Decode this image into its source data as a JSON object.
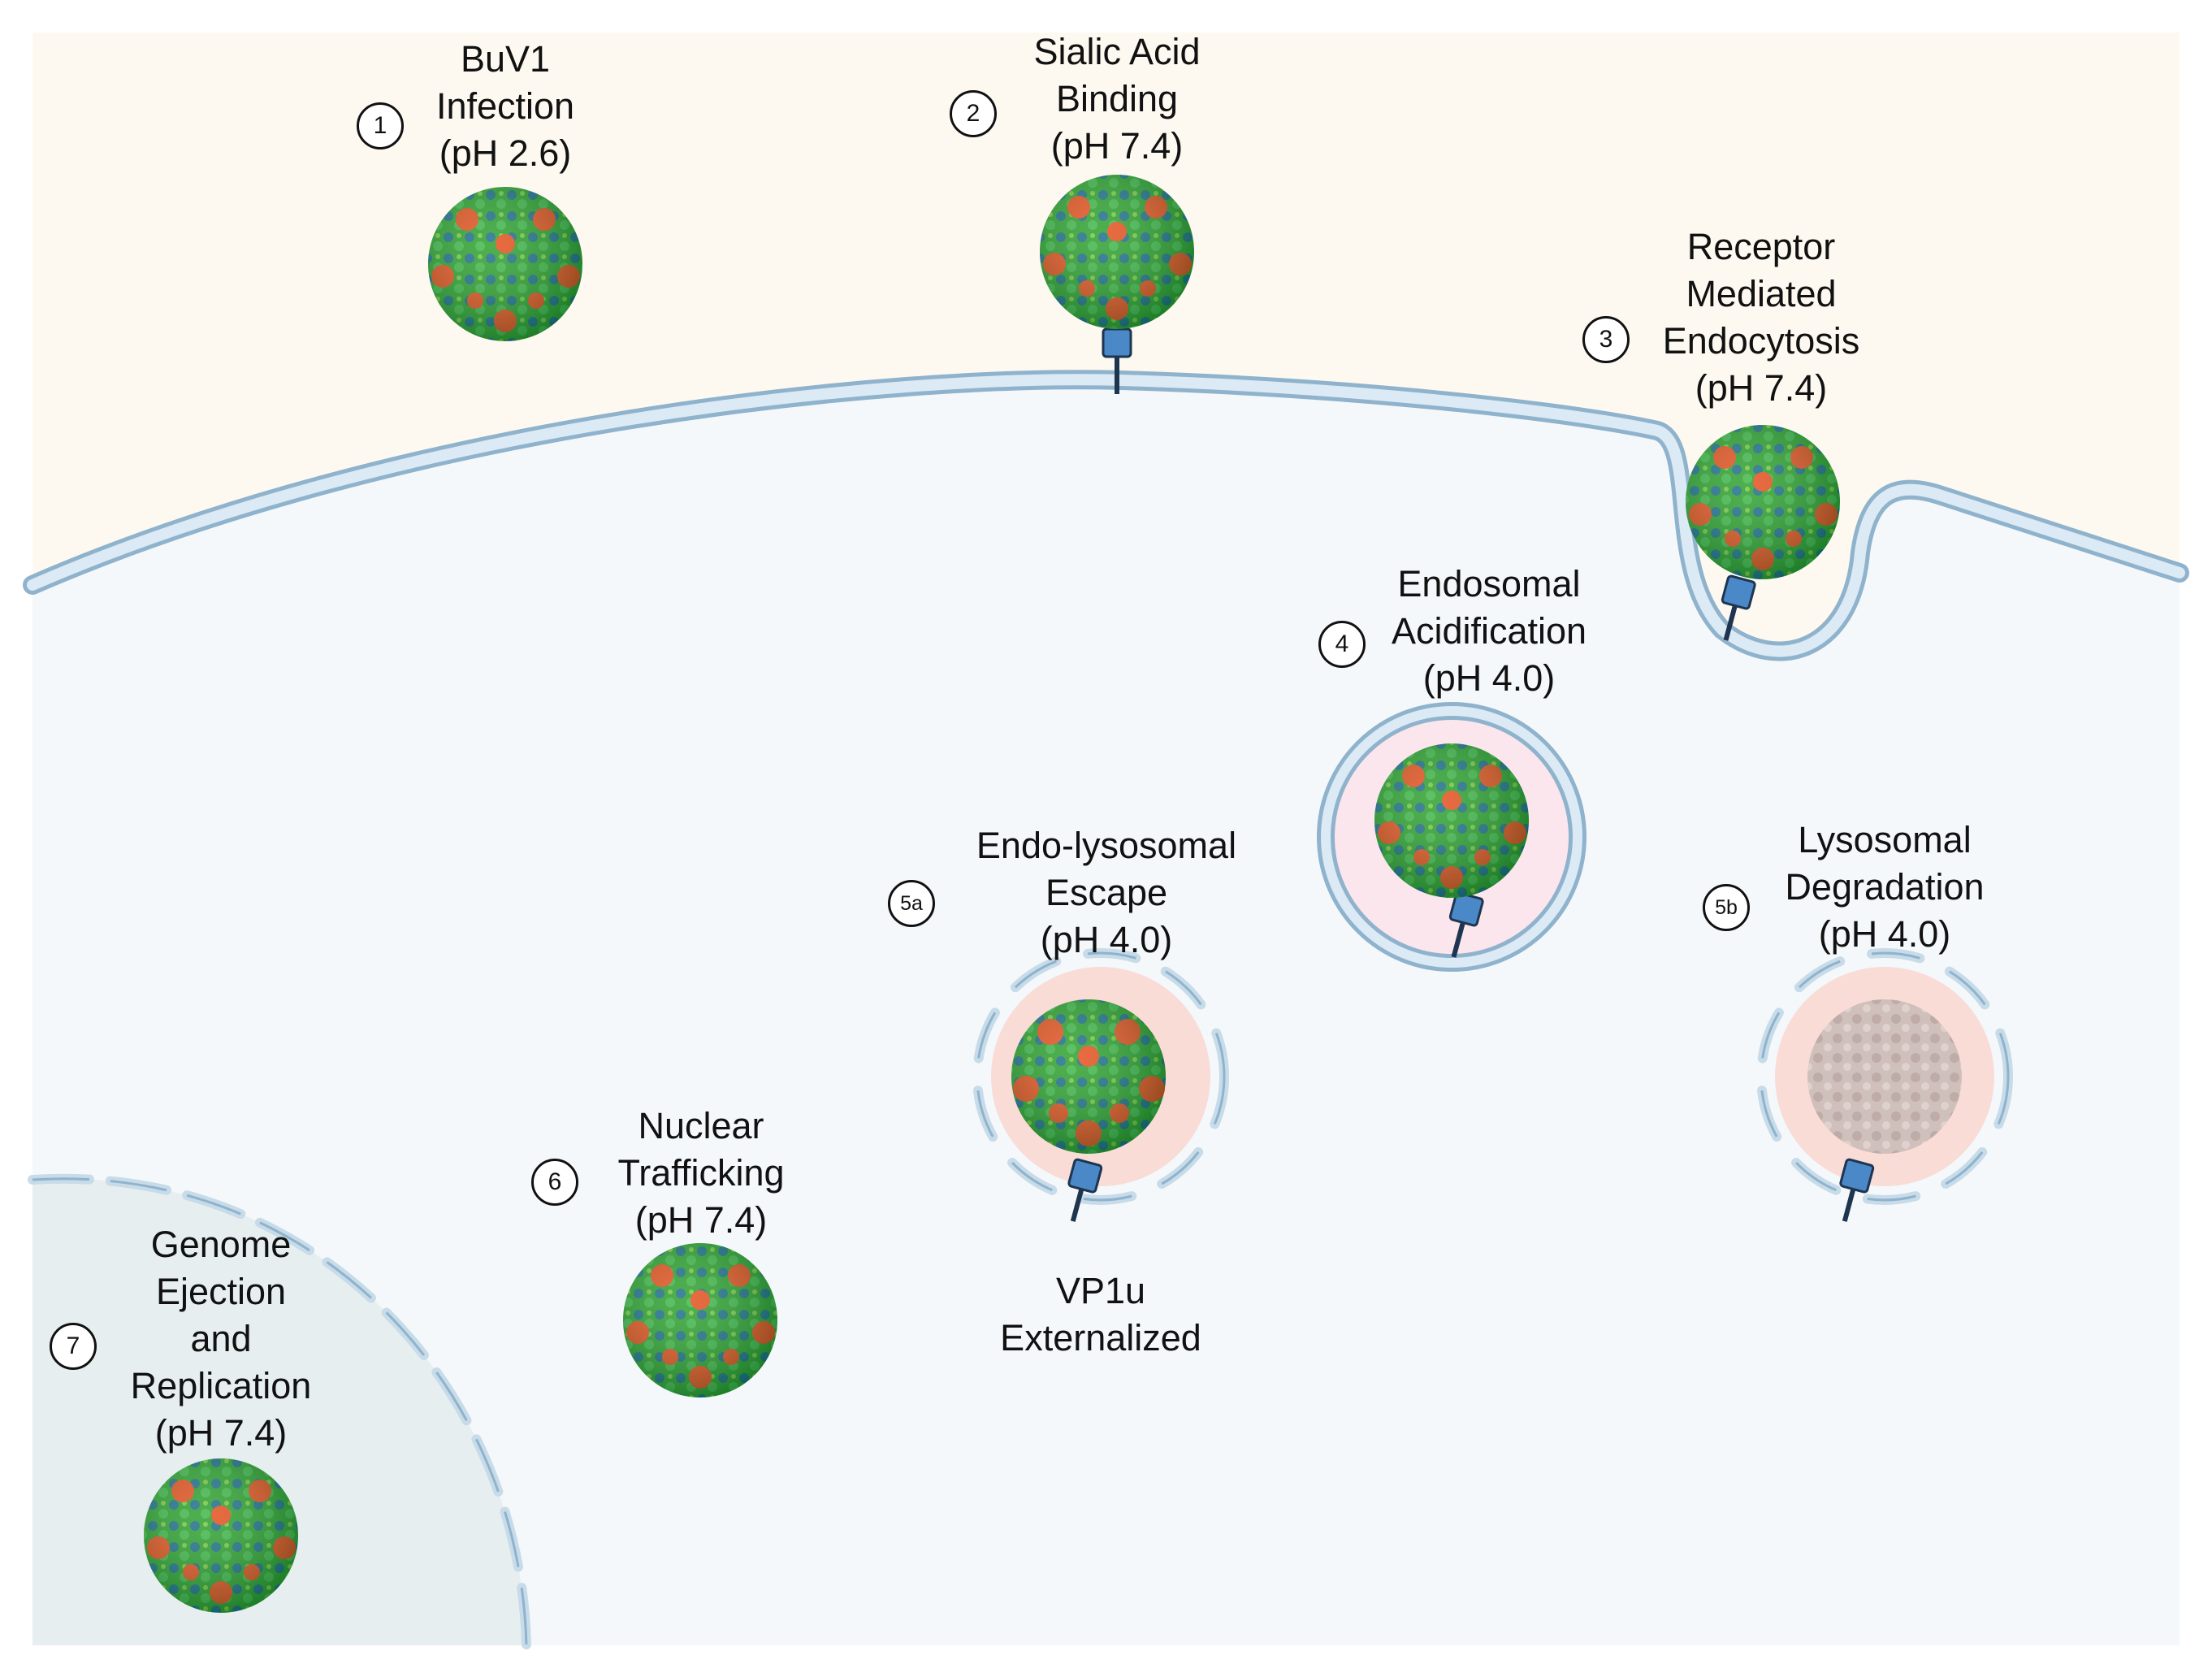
{
  "diagram": {
    "colors": {
      "extracellular": "#fdf9f0",
      "cytoplasm": "#f4f8fb",
      "nucleus": "#e6eef0",
      "membrane_fill": "#d7e7f2",
      "membrane_edge": "#8fb3cc",
      "endosome_lumen": "#fbe6ee",
      "lysosome_lumen": "#f9dcd6",
      "receptor": "#4a88c7",
      "receptor_stalk": "#1e3550",
      "capsid_green": "#2fa12f",
      "capsid_orange": "#e8501e",
      "capsid_blue": "#1f6f8b",
      "capsid_degraded": "#c8b8b4"
    },
    "steps": [
      {
        "id": "step1",
        "number": "1",
        "lines": [
          "BuV1",
          "Infection",
          "(pH 2.6)"
        ]
      },
      {
        "id": "step2",
        "number": "2",
        "lines": [
          "Sialic Acid",
          "Binding",
          "(pH 7.4)"
        ]
      },
      {
        "id": "step3",
        "number": "3",
        "lines": [
          "Receptor",
          "Mediated",
          "Endocytosis",
          "(pH 7.4)"
        ]
      },
      {
        "id": "step4",
        "number": "4",
        "lines": [
          "Endosomal",
          "Acidification",
          "(pH 4.0)"
        ]
      },
      {
        "id": "step5a",
        "number": "5a",
        "lines": [
          "Endo-lysosomal",
          "Escape",
          "(pH 4.0)"
        ]
      },
      {
        "id": "step5b",
        "number": "5b",
        "lines": [
          "Lysosomal",
          "Degradation",
          "(pH 4.0)"
        ]
      },
      {
        "id": "step6",
        "number": "6",
        "lines": [
          "Nuclear",
          "Trafficking",
          "(pH 7.4)"
        ]
      },
      {
        "id": "step7",
        "number": "7",
        "lines": [
          "Genome",
          "Ejection",
          "and",
          "Replication",
          "(pH 7.4)"
        ]
      }
    ],
    "annotation": {
      "lines": [
        "VP1u",
        "Externalized"
      ]
    }
  }
}
